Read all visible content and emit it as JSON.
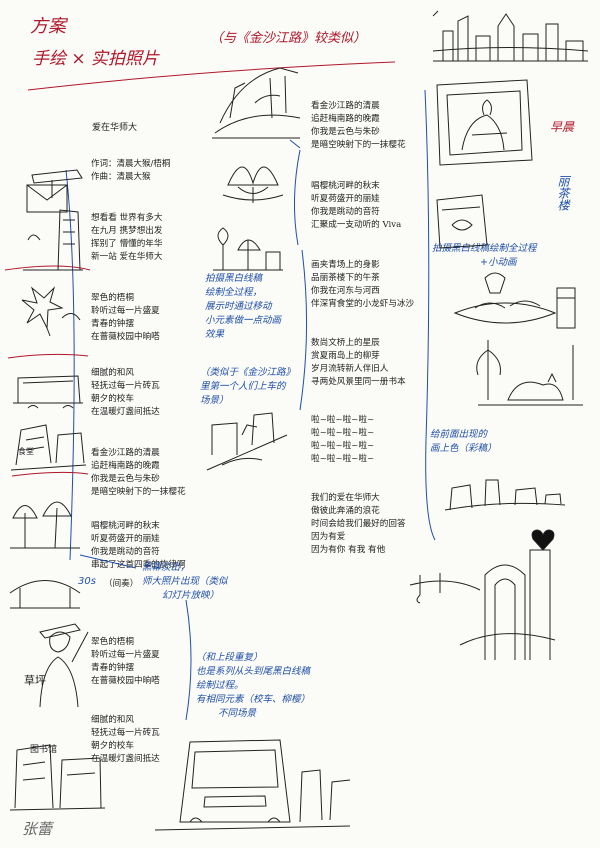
{
  "header": {
    "title": "方案",
    "subtitle": "手绘 × 实拍照片",
    "reference": "（与《金沙江路》较类似）"
  },
  "song": {
    "title": "爱在华师大",
    "credits": [
      "作词：清晨大猴/梧桐",
      "作曲：清晨大猴"
    ]
  },
  "left_lyrics": [
    [
      "想看看 世界有多大",
      "在九月 携梦想出发",
      "挥别了 懵懂的年华",
      "新一站 爱在华师大"
    ],
    [
      "翠色的梧桐",
      "聆听过每一片盛夏",
      "青春的钟摆",
      "在蔷薇校园中晌嗒"
    ],
    [
      "细腻的和风",
      "轻抚过每一片砖瓦",
      "朝夕的校车",
      "在温暖灯盏间抵达"
    ],
    [
      "看金沙江路的清晨",
      "追赶梅南路的晚霞",
      "你我是云色与朱砂",
      "是暗空映射下的一抹樱花"
    ],
    [
      "唱樱桃河畔的秋末",
      "听夏荷盛开的丽娃",
      "你我是跳动的音符",
      "串起了这首四季的旋律啊"
    ],
    [
      "翠色的梧桐",
      "聆听过每一片盛夏",
      "青春的钟摆",
      "在蔷薇校园中晌嗒"
    ],
    [
      "细腻的和风",
      "轻抚过每一片砖瓦",
      "朝夕的校车",
      "在温暖灯盏间抵达"
    ]
  ],
  "interlude": "（间奏）",
  "right_lyrics": [
    [
      "看金沙江路的清晨",
      "追赶梅南路的晚霞",
      "你我是云色与朱砂",
      "是暗空映射下的一抹樱花"
    ],
    [
      "唱樱桃河畔的秋末",
      "听夏荷盛开的丽娃",
      "你我是跳动的音符",
      "汇聚成一支动听的 Viva"
    ],
    [
      "画夹青场上的身影",
      "品丽茶楼下的午茶",
      "你我在河东与河西",
      "伴深宵食堂的小龙虾与冰沙"
    ],
    [
      "数尚文桥上的星辰",
      "赏夏雨岛上的柳芽",
      "岁月流转新人伴旧人",
      "寻两处风景里同一册书本"
    ],
    [
      "啦~啦~啦~啦~",
      "啦~啦~啦~啦~",
      "啦~啦~啦~啦~",
      "啦~啦~啦~啦~"
    ],
    [
      "我们的爱在华师大",
      "傲彼此奔涌的浪花",
      "时间会给我们最好的回答",
      "因为有爱",
      "因为有你 有我 有他"
    ]
  ],
  "notes": {
    "note1": [
      "拍摄黑白线稿",
      "绘制全过程，",
      "展示时通过移动",
      "小元素做一点动画",
      "效果"
    ],
    "note1_ref": [
      "（类似于《金沙江路》",
      "里第一个人们上车的",
      "场景）"
    ],
    "note2": [
      "拍摄黑白线稿绘制全过程",
      "+小动画"
    ],
    "note3": [
      "给前面出现的",
      "画上色（彩稿）"
    ],
    "note4": [
      "黑幕淡出，",
      "师大照片出现（类似",
      "幻灯片放映）"
    ],
    "note4_time": "30s",
    "note5": [
      "（和上段重复）",
      "也是系列从头到尾黑白线稿",
      "绘制过程。",
      "有相同元素（校车、柳樱）",
      "不同场景"
    ]
  },
  "sketch_labels": {
    "breakfast": "早晨",
    "teahouse": "丽茶楼",
    "canteen": "食堂",
    "lawn": "草坪",
    "library": "图书馆"
  },
  "signature": "张蕾"
}
